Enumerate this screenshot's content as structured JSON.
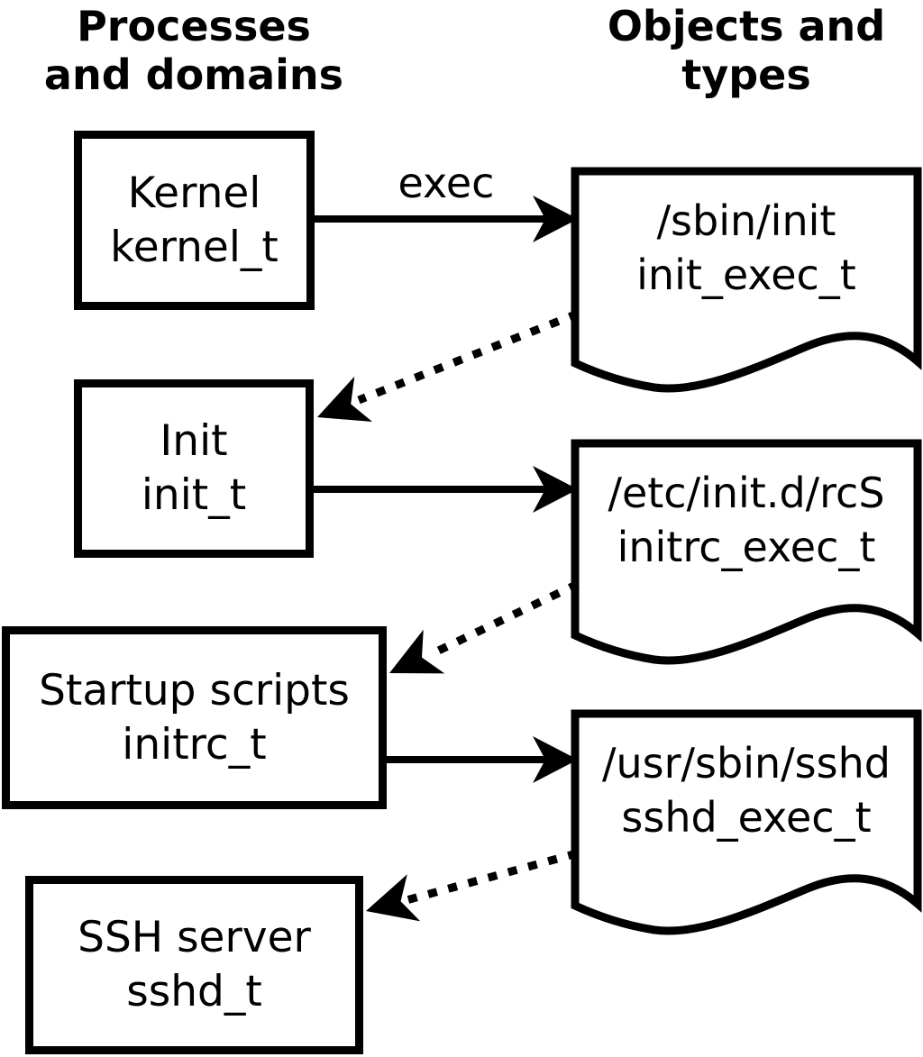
{
  "diagram": {
    "title_implied": "SELinux domain transitions",
    "colors": {
      "foreground": "#000000",
      "background": "#ffffff"
    },
    "headers": {
      "left": {
        "line1": "Processes",
        "line2": "and domains"
      },
      "right": {
        "line1": "Objects and",
        "line2": "types"
      }
    },
    "processes": [
      {
        "id": "kernel",
        "line1": "Kernel",
        "line2": "kernel_t"
      },
      {
        "id": "init",
        "line1": "Init",
        "line2": "init_t"
      },
      {
        "id": "startup-scripts",
        "line1": "Startup scripts",
        "line2": "initrc_t"
      },
      {
        "id": "ssh-server",
        "line1": "SSH server",
        "line2": "sshd_t"
      }
    ],
    "objects": [
      {
        "id": "sbin-init",
        "line1": "/sbin/init",
        "line2": "init_exec_t"
      },
      {
        "id": "etc-initd-rcs",
        "line1": "/etc/init.d/rcS",
        "line2": "initrc_exec_t"
      },
      {
        "id": "usr-sbin-sshd",
        "line1": "/usr/sbin/sshd",
        "line2": "sshd_exec_t"
      }
    ],
    "transitions": {
      "exec_label": "exec",
      "solid_edges": [
        {
          "from": "kernel_t",
          "to": "init_exec_t",
          "label": "exec",
          "style": "solid"
        },
        {
          "from": "init_t",
          "to": "initrc_exec_t",
          "label": "",
          "style": "solid"
        },
        {
          "from": "initrc_t",
          "to": "sshd_exec_t",
          "label": "",
          "style": "solid"
        }
      ],
      "dotted_edges": [
        {
          "from": "init_exec_t",
          "to": "init_t",
          "style": "dotted"
        },
        {
          "from": "initrc_exec_t",
          "to": "initrc_t",
          "style": "dotted"
        },
        {
          "from": "sshd_exec_t",
          "to": "sshd_t",
          "style": "dotted"
        }
      ]
    }
  }
}
